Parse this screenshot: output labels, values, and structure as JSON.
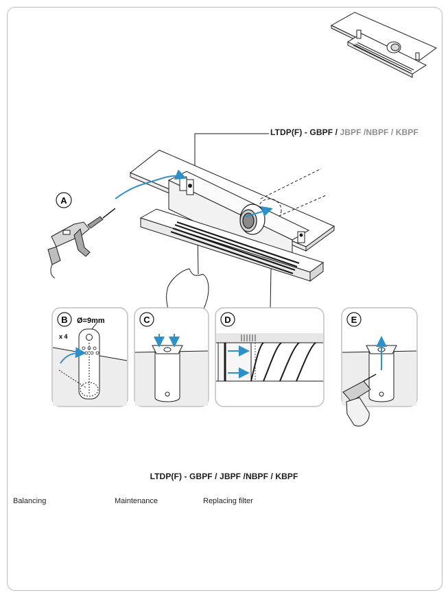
{
  "product_label_top": {
    "primary": "LTDP(F) - GBPF /",
    "rest": " JBPF /NBPF / KBPF"
  },
  "steps": {
    "a": "A",
    "b": "B",
    "c": "C",
    "d": "D",
    "e": "E"
  },
  "panel_b": {
    "diameter": "Ø=9mm",
    "quantity": "x 4"
  },
  "product_label_bottom": "LTDP(F) - GBPF / JBPF /NBPF / KBPF",
  "tabs": {
    "balancing": "Balancing",
    "maintenance": "Maintenance",
    "replacing_filter": "Replacing filter"
  },
  "colors": {
    "arrow_blue": "#2f8fc8",
    "line_dark": "#1a1a1a",
    "panel_gray": "#bfbfbf",
    "panel_fill": "#eeeeee"
  }
}
